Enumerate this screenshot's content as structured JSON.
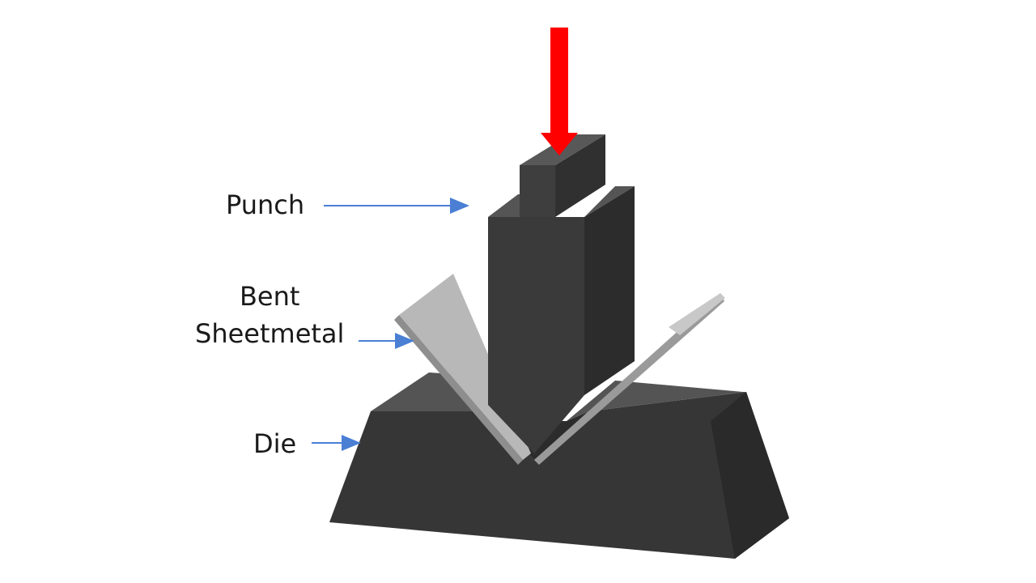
{
  "labels": {
    "punch": "Punch",
    "bent_line1": "Bent",
    "bent_line2": "Sheetmetal",
    "die": "Die"
  },
  "colors": {
    "background": "#ffffff",
    "force_arrow": "#ff0000",
    "pointer_arrow": "#4a7fd4",
    "punch": "#3a3a3a",
    "die": "#3a3a3a",
    "sheetmetal": "#b4b4b4"
  },
  "icons": {
    "force": "down-arrow-icon",
    "pointer": "right-arrow-icon"
  }
}
